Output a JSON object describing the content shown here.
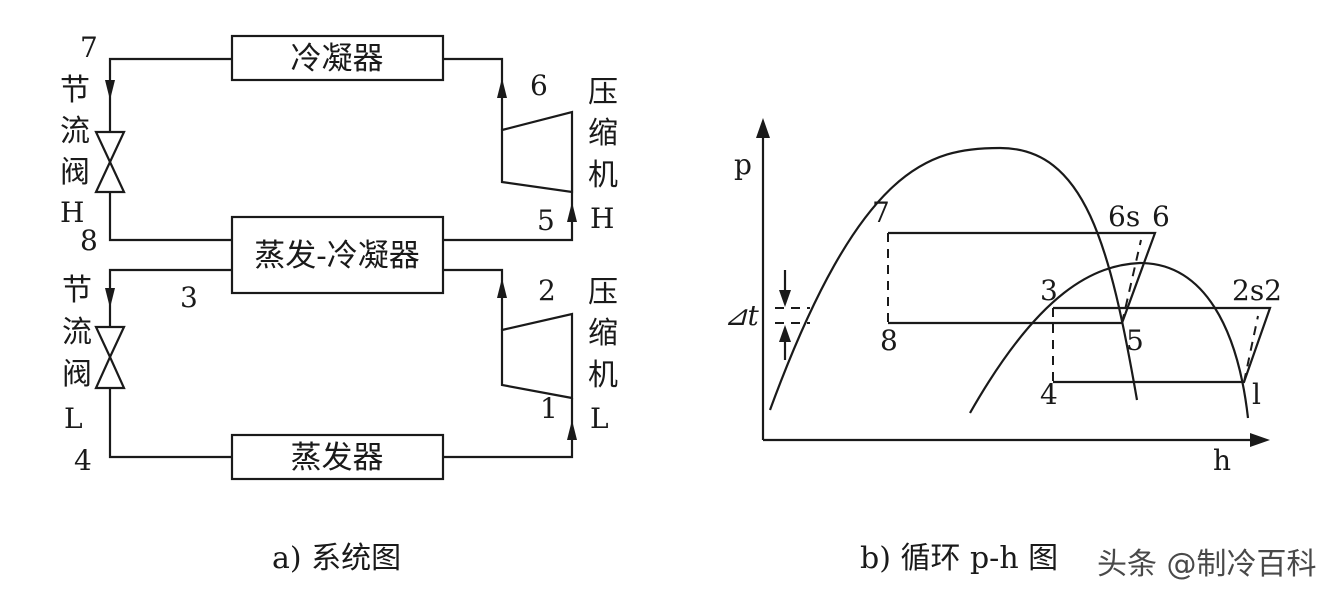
{
  "system_diagram": {
    "caption": "a) 系统图",
    "components": {
      "condenser": "冷凝器",
      "evap_condenser": "蒸发-冷凝器",
      "evaporator": "蒸发器",
      "valve_high": [
        "节",
        "流",
        "阀"
      ],
      "valve_high_tag": "H",
      "valve_low": [
        "节",
        "流",
        "阀"
      ],
      "valve_low_tag": "L",
      "compressor_high": [
        "压",
        "缩",
        "机"
      ],
      "compressor_high_tag": "H",
      "compressor_low": [
        "压",
        "缩",
        "机"
      ],
      "compressor_low_tag": "L"
    },
    "state_points": {
      "p1": "1",
      "p2": "2",
      "p3": "3",
      "p4": "4",
      "p5": "5",
      "p6": "6",
      "p7": "7",
      "p8": "8"
    }
  },
  "ph_diagram": {
    "caption": "b) 循环 p-h 图",
    "y_axis_label": "p",
    "x_axis_label": "h",
    "delta_label": "⊿t",
    "points": {
      "p7": "7",
      "p6s": "6s",
      "p6": "6",
      "p3": "3",
      "p2s2": "2s2",
      "p8": "8",
      "p5": "5",
      "p4": "4",
      "pl": "l"
    }
  },
  "watermark": "头条 @制冷百科"
}
